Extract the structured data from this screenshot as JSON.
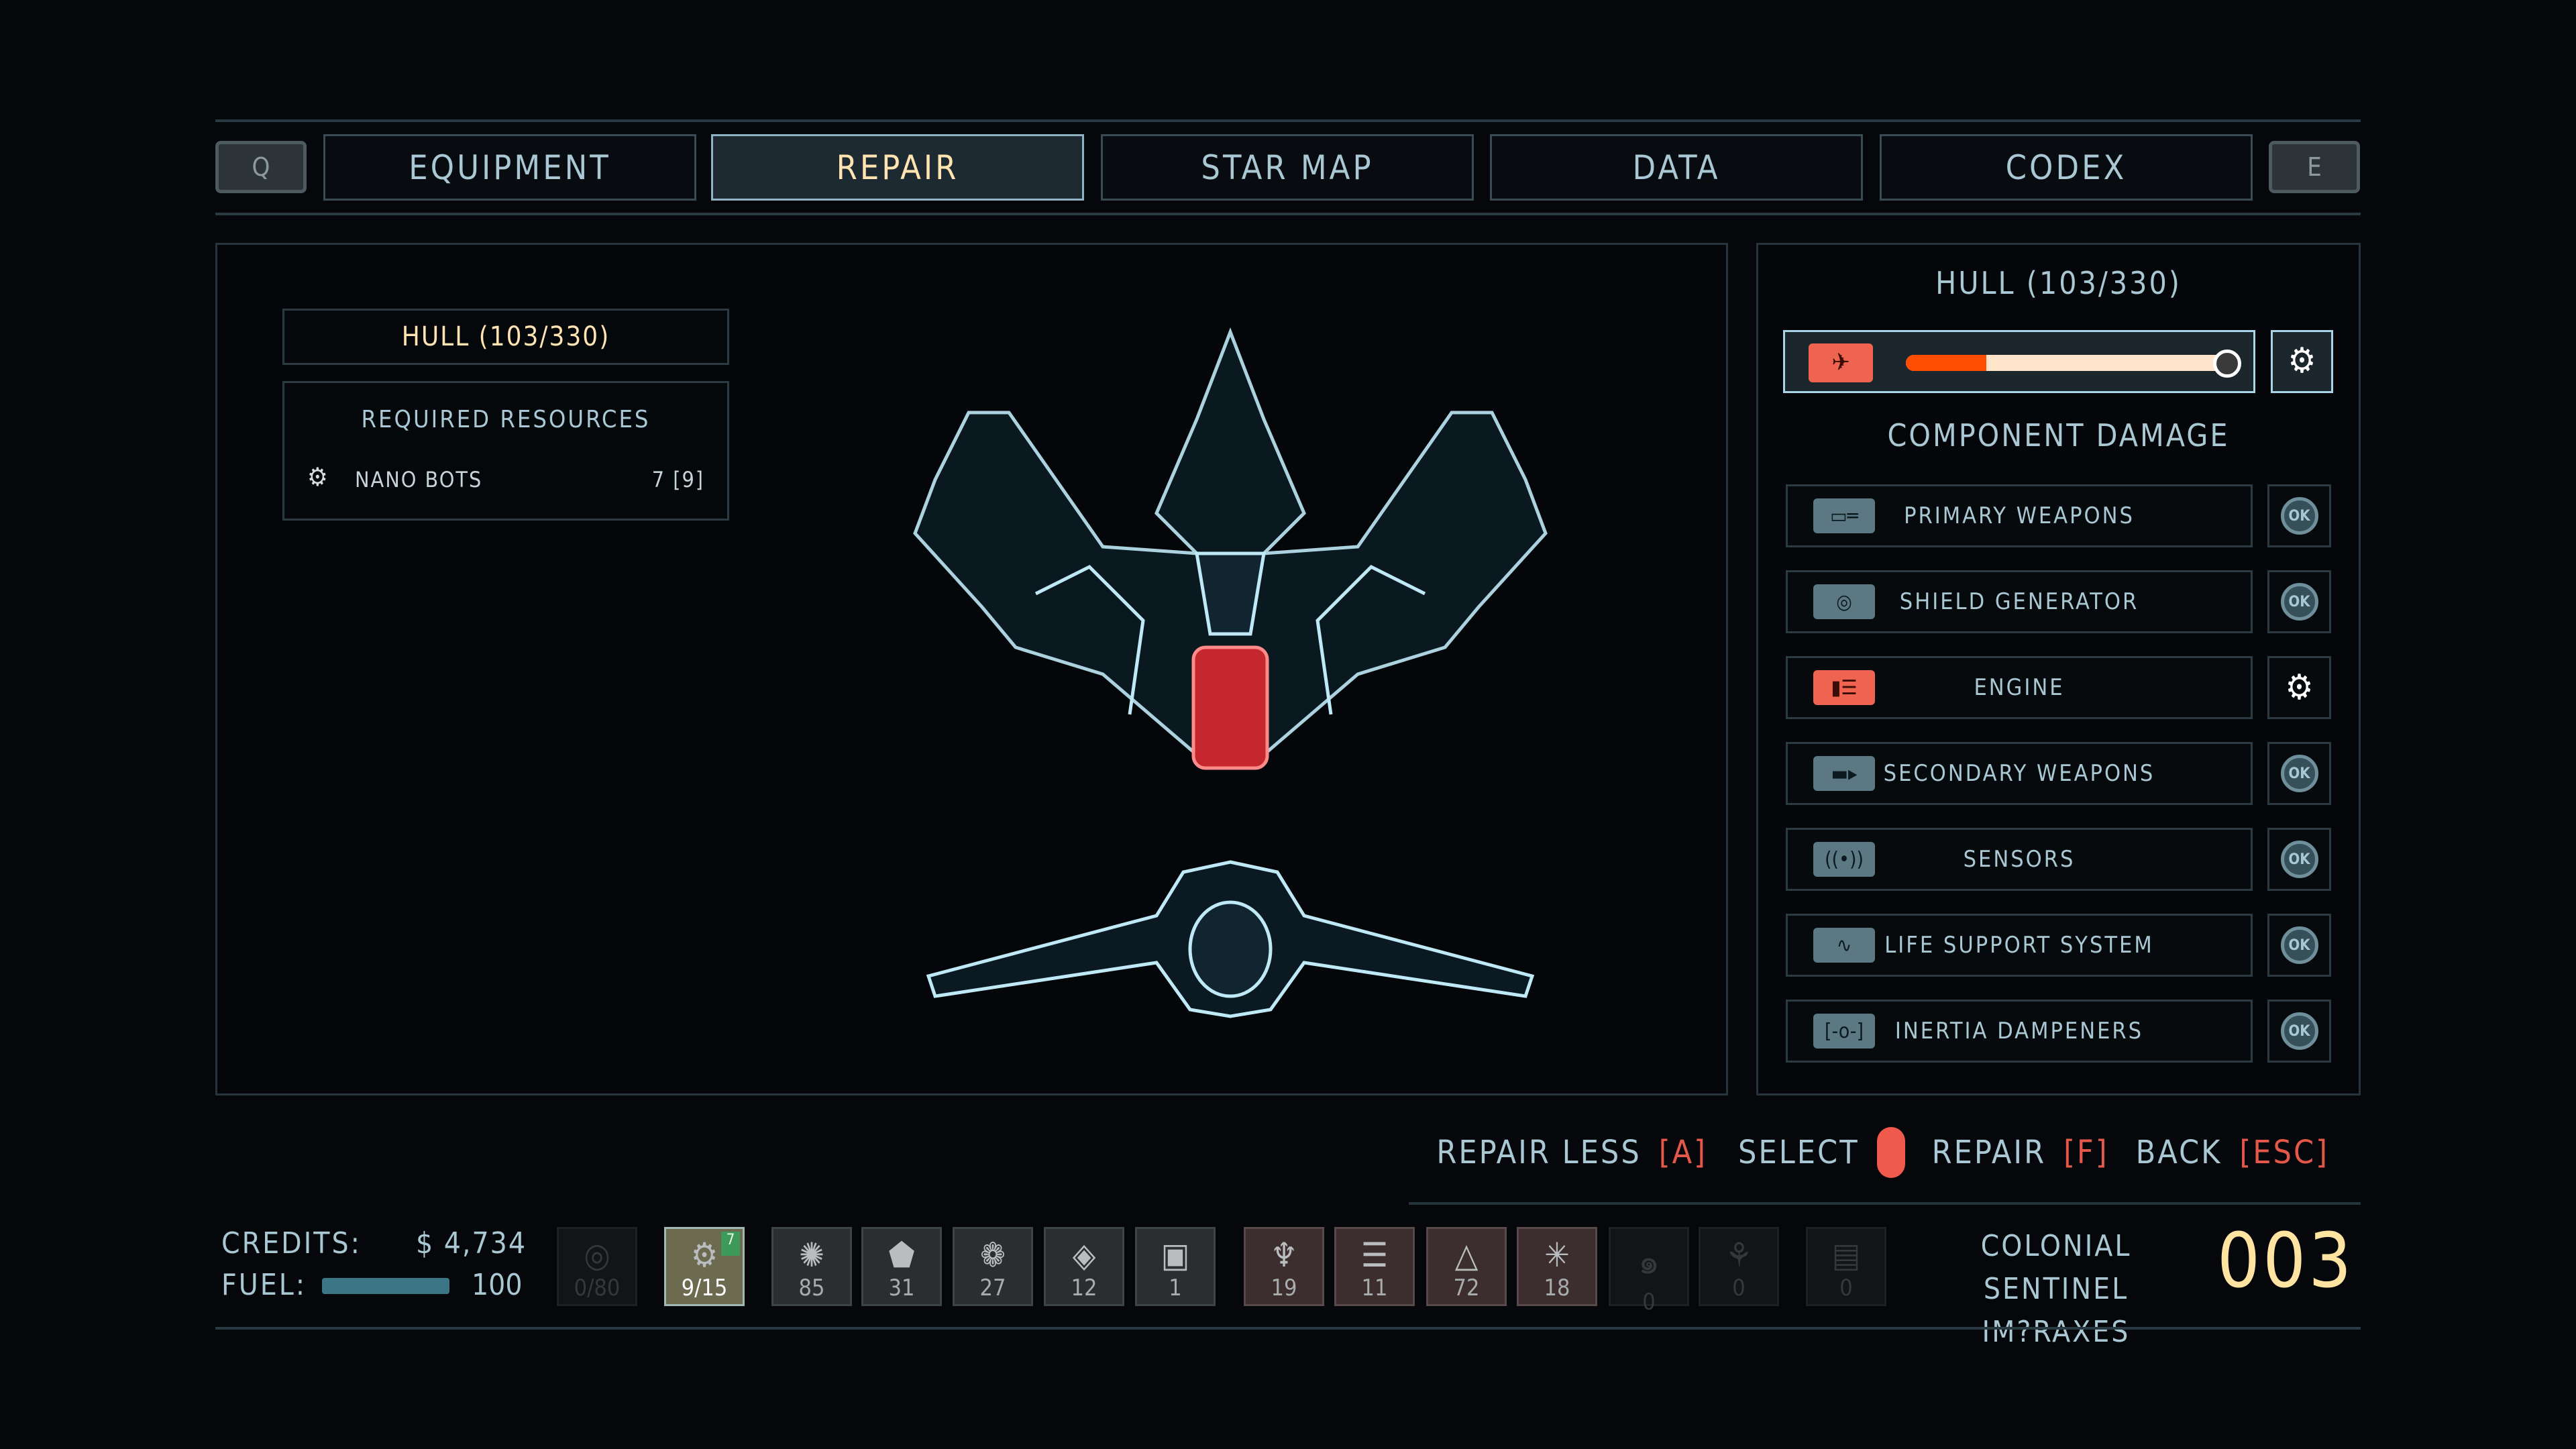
{
  "tabs": {
    "left_key": "Q",
    "right_key": "E",
    "items": [
      {
        "label": "EQUIPMENT"
      },
      {
        "label": "REPAIR",
        "active": true
      },
      {
        "label": "STAR MAP"
      },
      {
        "label": "DATA"
      },
      {
        "label": "CODEX"
      }
    ]
  },
  "left_panel": {
    "hull": "HULL (103/330)",
    "required_title": "REQUIRED RESOURCES",
    "resource": {
      "icon": "gear-wrench-icon",
      "name": "NANO BOTS",
      "amount": "7 [9]"
    }
  },
  "right_panel": {
    "hull": "HULL (103/330)",
    "hull_slider_fraction": 0.25,
    "component_title": "COMPONENT DAMAGE",
    "components": [
      {
        "label": "PRIMARY WEAPONS",
        "status": "OK",
        "icon": "weapon-icon"
      },
      {
        "label": "SHIELD GENERATOR",
        "status": "OK",
        "icon": "shield-icon"
      },
      {
        "label": "ENGINE",
        "status": "repair",
        "icon": "engine-icon"
      },
      {
        "label": "SECONDARY WEAPONS",
        "status": "OK",
        "icon": "missile-icon"
      },
      {
        "label": "SENSORS",
        "status": "OK",
        "icon": "sensor-icon"
      },
      {
        "label": "LIFE SUPPORT SYSTEM",
        "status": "OK",
        "icon": "heartbeat-icon"
      },
      {
        "label": "INERTIA DAMPENERS",
        "status": "OK",
        "icon": "dampener-icon"
      }
    ]
  },
  "prompts": {
    "repair_less": "REPAIR LESS",
    "repair_less_key": "[A]",
    "select": "SELECT",
    "repair": "REPAIR",
    "repair_key": "[F]",
    "back": "BACK",
    "back_key": "[ESC]"
  },
  "status": {
    "credits_label": "CREDITS:",
    "credits": "$ 4,734",
    "fuel_label": "FUEL:",
    "fuel": "100",
    "fuel_fraction": 1.0
  },
  "inventory": [
    {
      "value": "0/80",
      "glyph": "◎",
      "style": "dim"
    },
    {
      "value": "9/15",
      "glyph": "⚙",
      "style": "sel",
      "badge": "7"
    },
    {
      "value": "85",
      "glyph": "✺",
      "style": ""
    },
    {
      "value": "31",
      "glyph": "⬟",
      "style": ""
    },
    {
      "value": "27",
      "glyph": "❁",
      "style": ""
    },
    {
      "value": "12",
      "glyph": "◈",
      "style": ""
    },
    {
      "value": "1",
      "glyph": "▣",
      "style": ""
    },
    {
      "value": "19",
      "glyph": "♆",
      "style": "red"
    },
    {
      "value": "11",
      "glyph": "☰",
      "style": "red"
    },
    {
      "value": "72",
      "glyph": "△",
      "style": "red"
    },
    {
      "value": "18",
      "glyph": "✳",
      "style": "red"
    },
    {
      "value": "0",
      "glyph": "๑",
      "style": "dim"
    },
    {
      "value": "0",
      "glyph": "⚘",
      "style": "dim"
    },
    {
      "value": "0",
      "glyph": "▤",
      "style": "dim"
    }
  ],
  "ship": {
    "name_line1": "COLONIAL SENTINEL",
    "name_line2": "IM?RAXES",
    "number": "003"
  }
}
